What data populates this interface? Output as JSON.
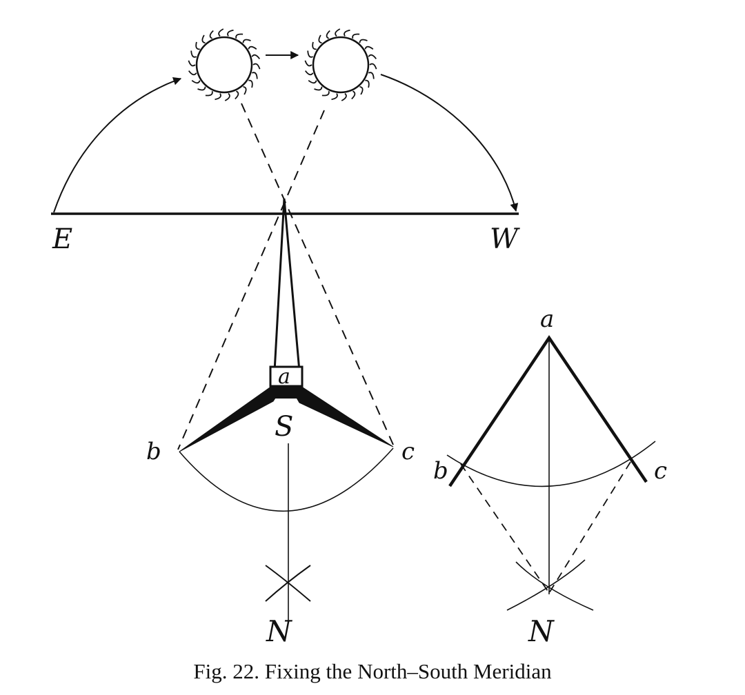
{
  "labels": {
    "east": "E",
    "west": "W",
    "gnomon_base": "a",
    "south": "S",
    "shadow_tip_left": "b",
    "shadow_tip_right": "c",
    "north": "N",
    "construction_apex": "a",
    "construction_left": "b",
    "construction_right": "c",
    "construction_north": "N"
  },
  "caption": "Fig. 22. Fixing the North–South Meridian",
  "colors": {
    "ink": "#111111",
    "paper": "#ffffff"
  }
}
